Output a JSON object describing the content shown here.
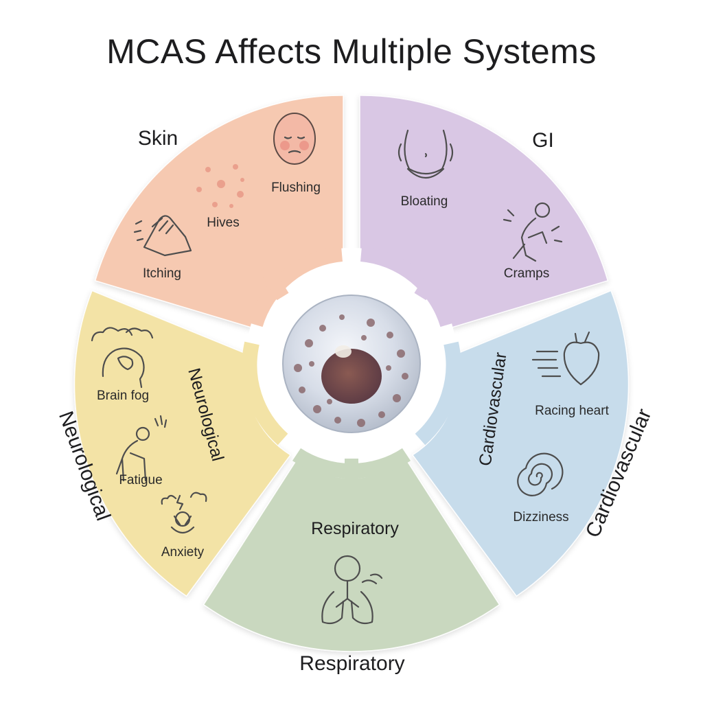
{
  "title": "MCAS Affects Multiple Systems",
  "systems": {
    "skin": {
      "label": "Skin",
      "color": "#f6c9b1",
      "symptoms": {
        "flushing": "Flushing",
        "hives": "Hives",
        "itching": "Itching"
      }
    },
    "gi": {
      "label": "GI",
      "color": "#d9c7e4",
      "symptoms": {
        "bloating": "Bloating",
        "cramps": "Cramps"
      }
    },
    "cardiovascular": {
      "label": "Cardiovascular",
      "inner_label": "Cardiovascular",
      "color": "#c7dceb",
      "symptoms": {
        "racing_heart": "Racing heart",
        "dizziness": "Dizziness"
      }
    },
    "respiratory": {
      "label": "Respiratory",
      "inner_label": "Respiratory",
      "color": "#c9d8bf"
    },
    "neurological": {
      "label": "Neurological",
      "inner_label": "Neurological",
      "color": "#f3e3a6",
      "symptoms": {
        "brain_fog": "Brain fog",
        "fatigue": "Fatigue",
        "anxiety": "Anxiety"
      }
    }
  },
  "icons": {
    "center": "mast-cell-icon",
    "skin": [
      "face-flushing-icon",
      "hives-dots-icon",
      "itching-hand-icon"
    ],
    "gi": [
      "bloated-belly-icon",
      "cramps-figure-icon"
    ],
    "cardiovascular": [
      "racing-heart-icon",
      "dizziness-spiral-icon"
    ],
    "respiratory": [
      "lungs-airway-icon"
    ],
    "neurological": [
      "brain-fog-icon",
      "fatigue-figure-icon",
      "anxiety-figure-icon"
    ]
  }
}
